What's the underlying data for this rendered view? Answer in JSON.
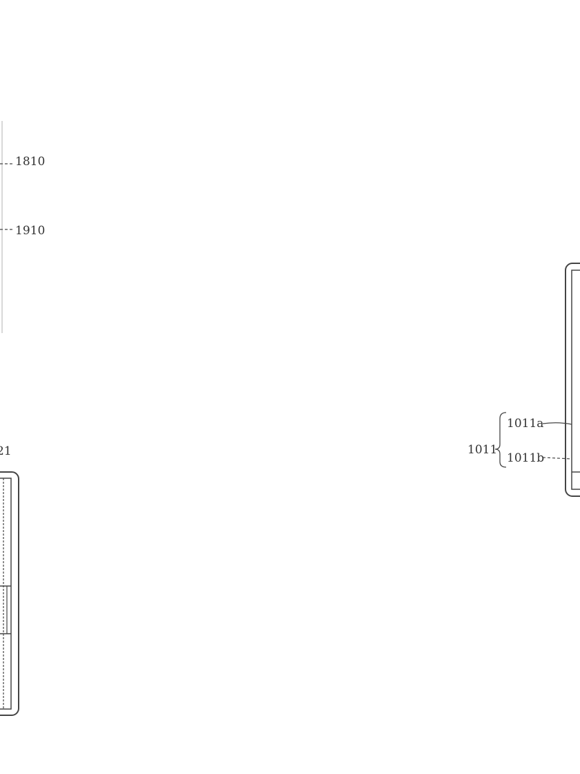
{
  "labels": {
    "l1810": "1810",
    "l1910": "1910",
    "l21": "21",
    "l1011": "1011",
    "l1011a": "1011a",
    "l1011b": "1011b"
  }
}
